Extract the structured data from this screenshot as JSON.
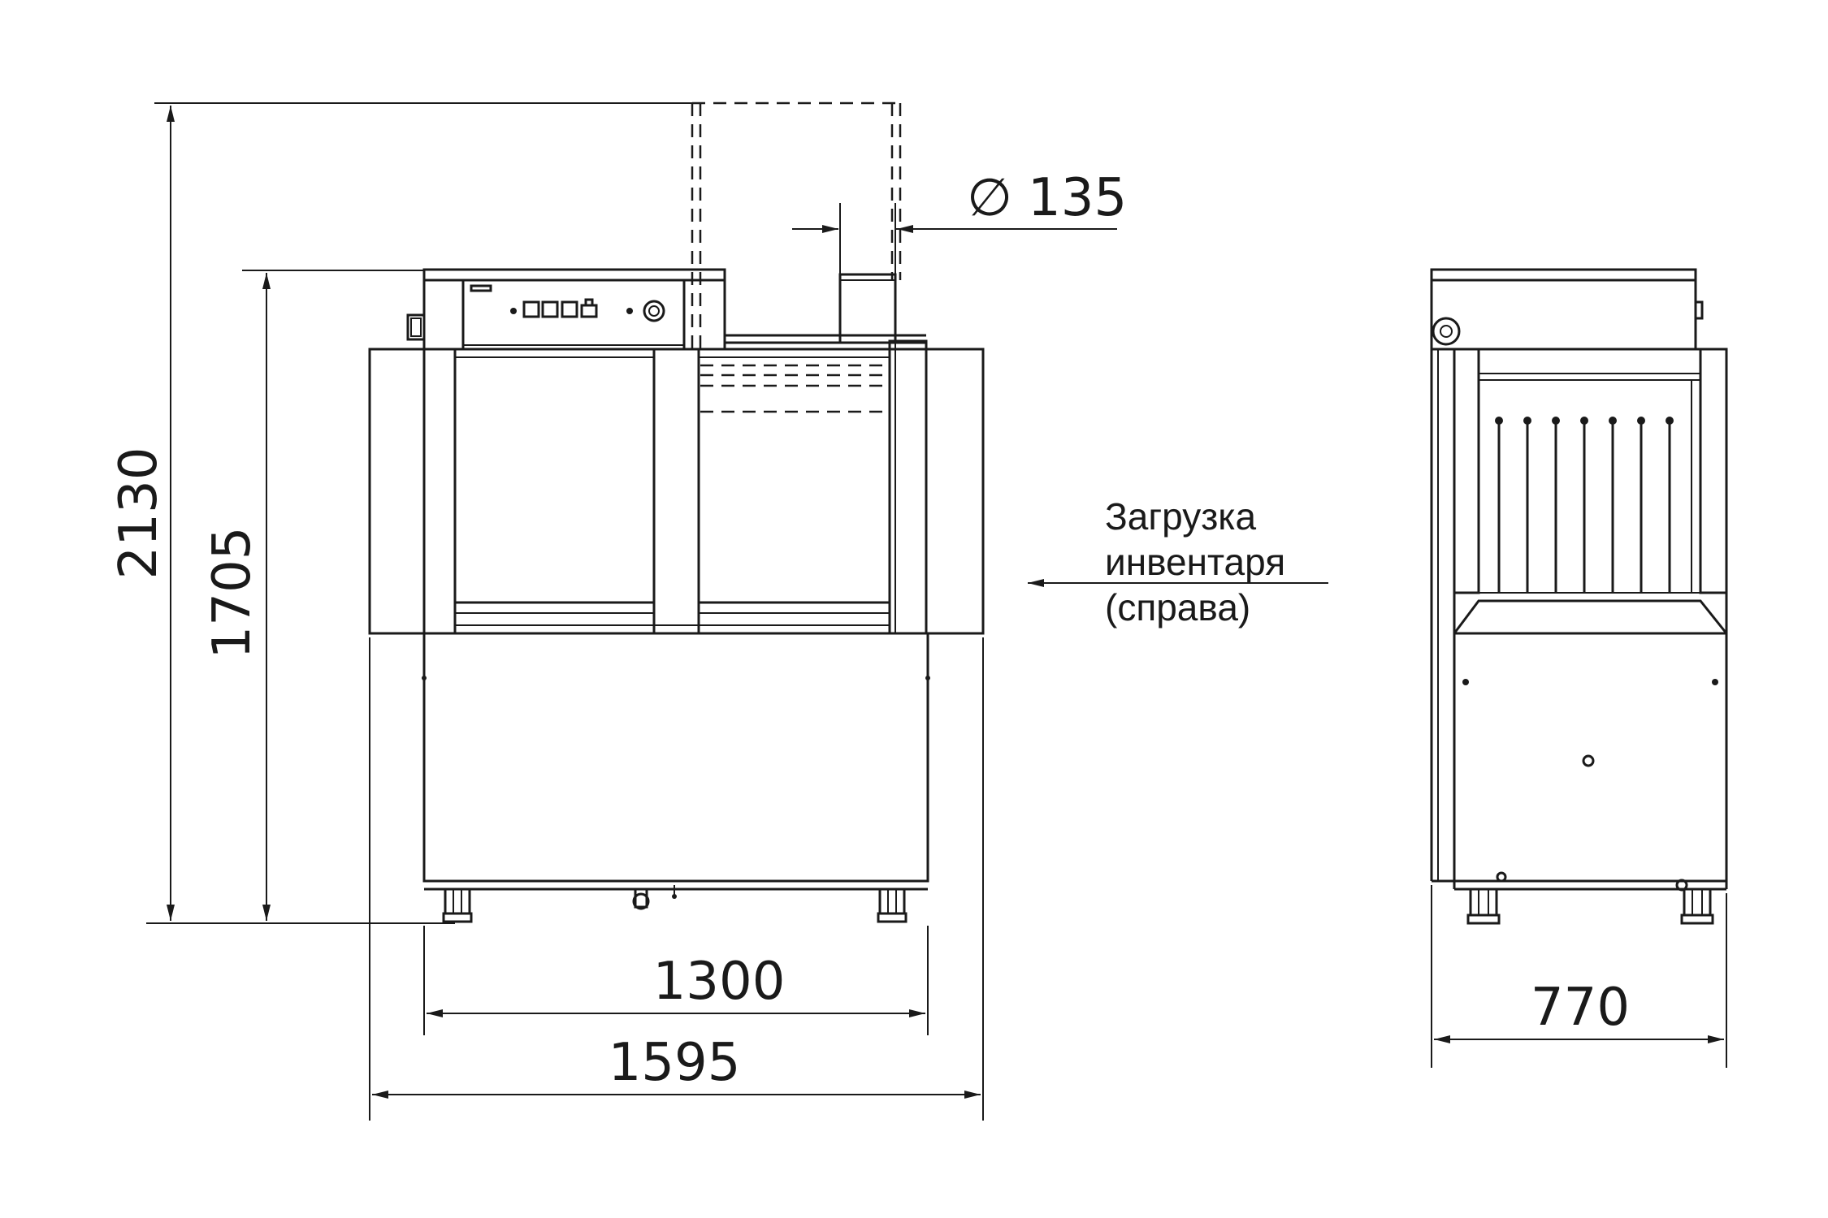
{
  "dimensions": {
    "total_height": "2130",
    "body_height": "1705",
    "duct_diameter_symbol": "∅",
    "duct_diameter": "135",
    "inner_width": "1300",
    "overall_width": "1595",
    "depth": "770"
  },
  "note": {
    "line1": "Загрузка",
    "line2": "инвентаря",
    "line3": "(справа)"
  },
  "colors": {
    "stroke": "#1a1a1a",
    "background": "#ffffff"
  }
}
